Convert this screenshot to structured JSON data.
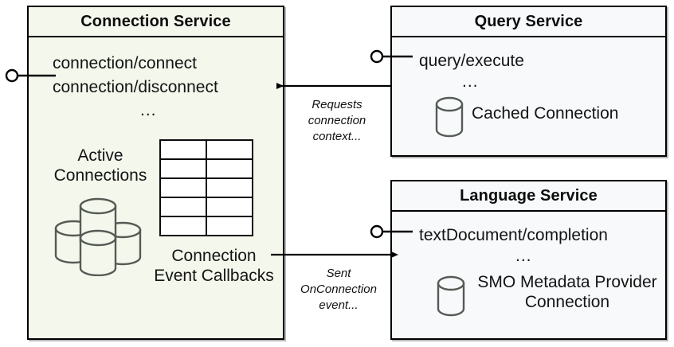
{
  "diagram": {
    "title_note": "Connection Service interaction diagram",
    "background": "#ffffff",
    "accent_fill_left": "#f4f7ec",
    "accent_fill_right": "#f7f9fb",
    "stroke": "#000000"
  },
  "boxes": [
    {
      "id": "connection-service",
      "title": "Connection Service",
      "operations": [
        "connection/connect",
        "connection/disconnect"
      ],
      "ellipsis": "...",
      "component_left_label": "Active\nConnections",
      "component_left_icon": "database-stack-icon",
      "component_right_label": "Connection\nEvent\nCallbacks",
      "component_right_icon": "table-grid-icon",
      "lollipop": "provided-interface-lollipop"
    },
    {
      "id": "query-service",
      "title": "Query Service",
      "operations": [
        "query/execute"
      ],
      "ellipsis": "...",
      "component_label": "Cached Connection",
      "component_icon": "database-cylinder-icon",
      "lollipop": "provided-interface-lollipop"
    },
    {
      "id": "language-service",
      "title": "Language Service",
      "operations": [
        "textDocument/completion"
      ],
      "ellipsis": "...",
      "component_label": "SMO Metadata\nProvider Connection",
      "component_icon": "database-cylinder-icon",
      "lollipop": "provided-interface-lollipop"
    }
  ],
  "edges": [
    {
      "id": "query-to-connection",
      "from": "query-service",
      "to": "connection-service",
      "label": "Requests\nconnection\ncontext...",
      "direction": "left"
    },
    {
      "id": "connection-to-language",
      "from": "connection-service",
      "to": "language-service",
      "label": "Sent\nOnConnection\nevent...",
      "direction": "right"
    }
  ],
  "grid": {
    "rows": 5,
    "cols": 2
  }
}
